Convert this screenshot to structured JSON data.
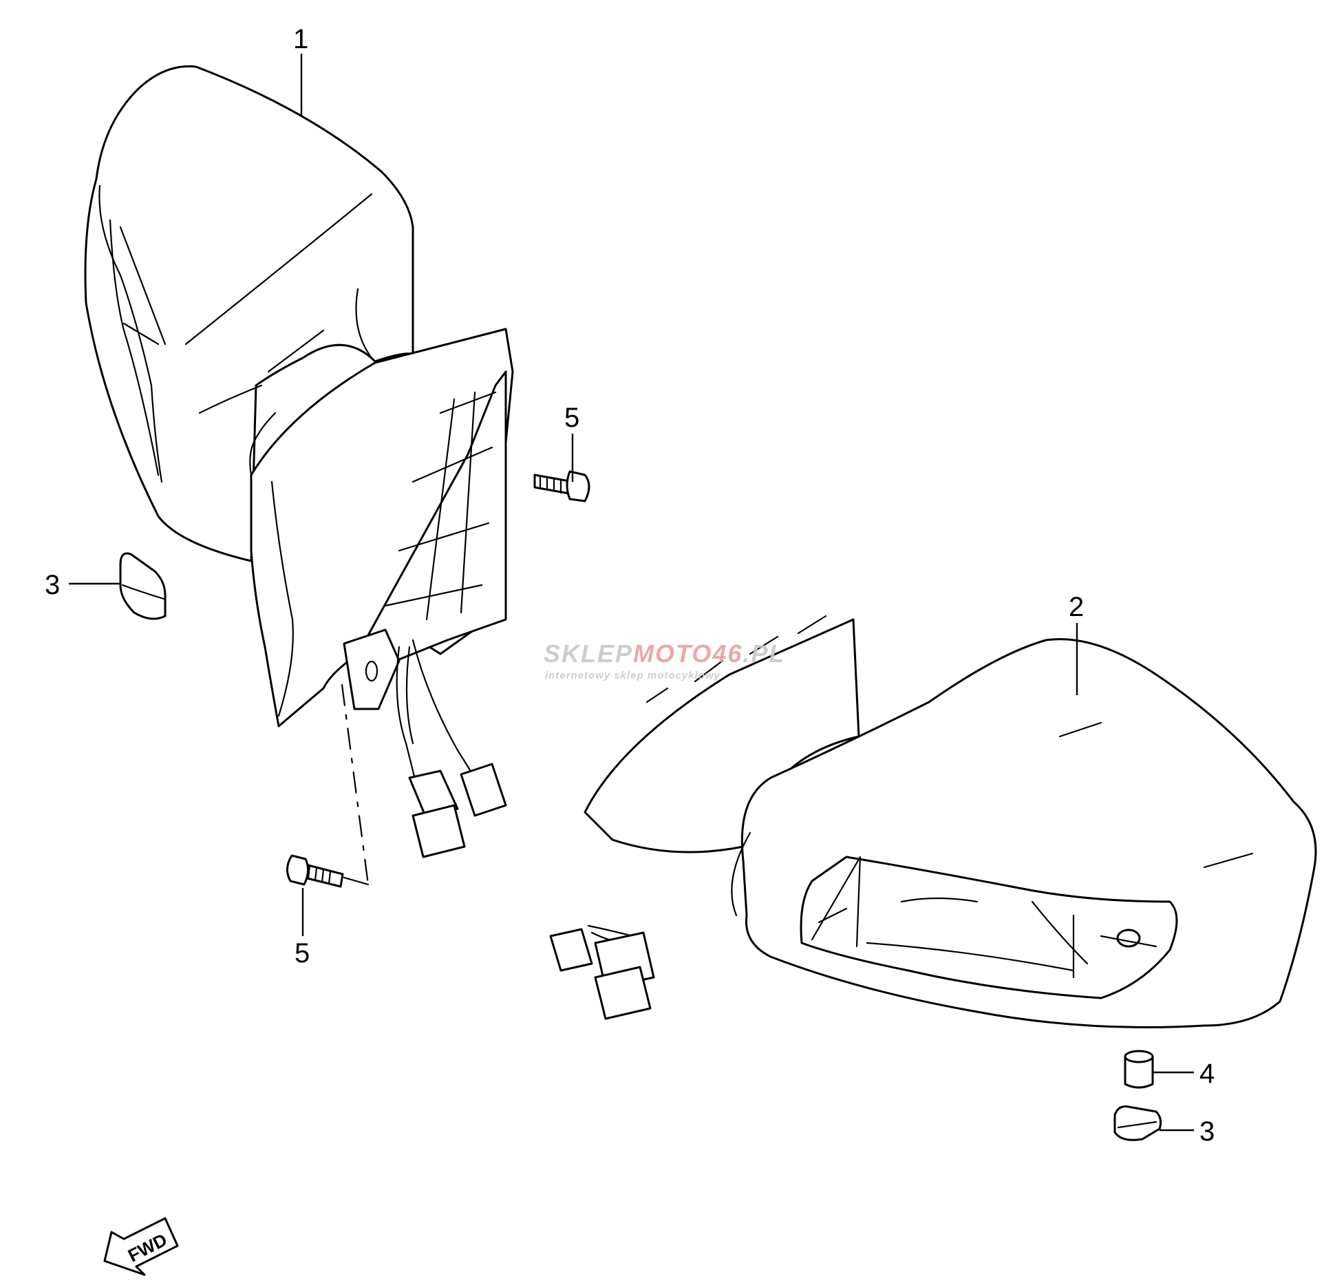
{
  "callouts": {
    "part_1": "1",
    "part_2": "2",
    "part_3_left": "3",
    "part_3_right": "3",
    "part_4": "4",
    "part_5_upper": "5",
    "part_5_lower": "5"
  },
  "watermark": {
    "brand_part1": "SKLEP",
    "brand_part2": "MOTO",
    "brand_part3": "46",
    "brand_part4": ".PL",
    "tagline": "internetowy sklep motocyklowy",
    "color_gray": "#c8c8c8",
    "color_red": "#e8a0a0"
  },
  "fwd_arrow": {
    "label": "FWD"
  },
  "icons": {
    "left_mirror": "mirror-assembly-left",
    "right_mirror": "mirror-assembly-right",
    "screw": "screw-icon",
    "grommet": "grommet-icon",
    "spacer": "spacer-icon",
    "direction": "forward-arrow-icon"
  }
}
